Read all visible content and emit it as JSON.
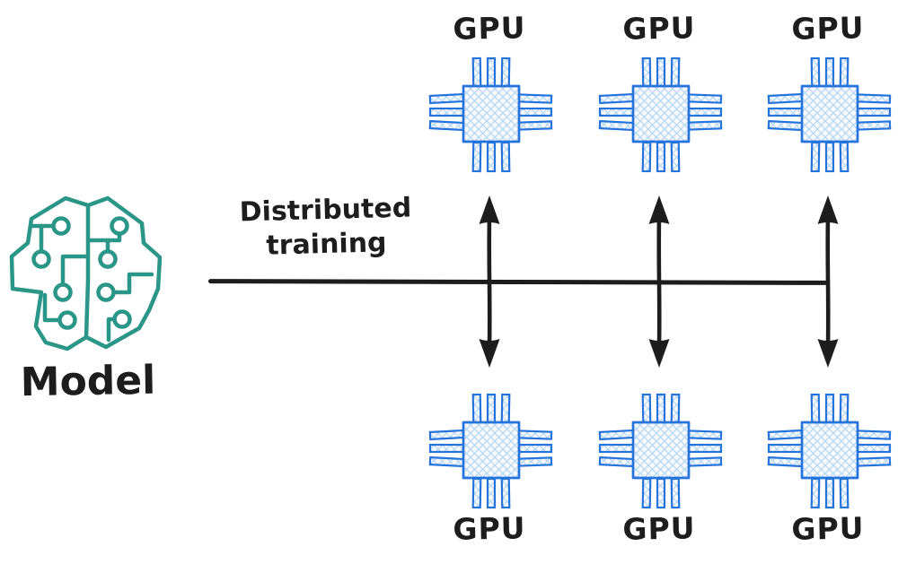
{
  "model": {
    "label": "Model"
  },
  "bus": {
    "label_line1": "Distributed",
    "label_line2": "training"
  },
  "gpus_top": [
    {
      "label": "GPU"
    },
    {
      "label": "GPU"
    },
    {
      "label": "GPU"
    }
  ],
  "gpus_bottom": [
    {
      "label": "GPU"
    },
    {
      "label": "GPU"
    },
    {
      "label": "GPU"
    }
  ],
  "colors": {
    "ink": "#1d1d1d",
    "brain_teal": "#2a9687",
    "chip_blue": "#2673dc",
    "chip_hatch": "#b7d6f3",
    "chip_fill": "#f7fbff",
    "background": "#ffffff"
  }
}
